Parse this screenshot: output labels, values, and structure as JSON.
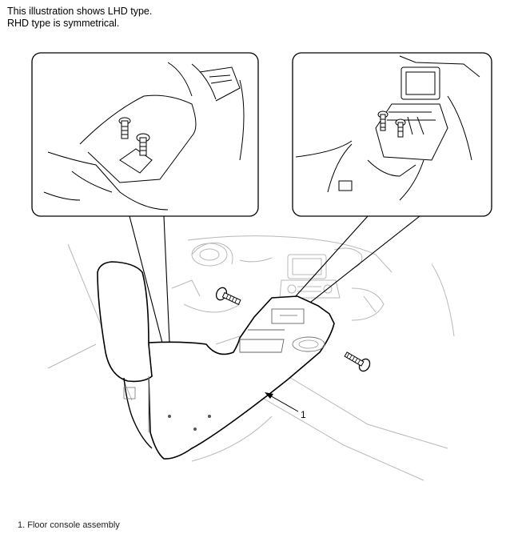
{
  "notes": {
    "line1": "This illustration shows LHD type.",
    "line2": "RHD type is symmetrical."
  },
  "callout": {
    "number": "1"
  },
  "legend": {
    "item1": "1. Floor console assembly"
  }
}
